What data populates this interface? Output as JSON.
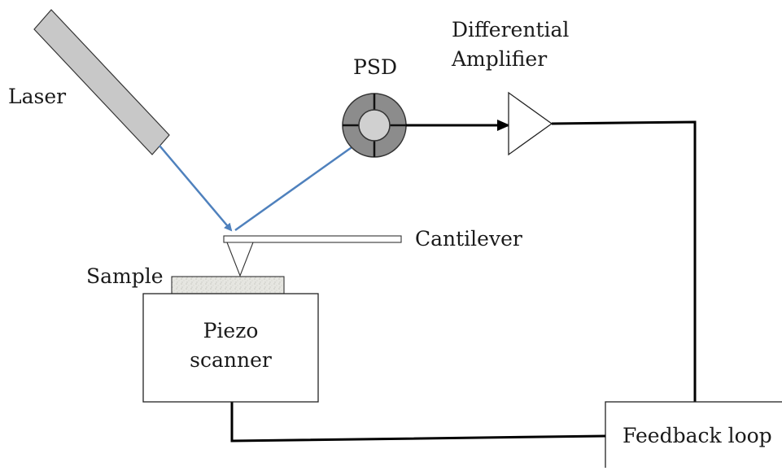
{
  "labels": {
    "laser": "Laser",
    "psd": "PSD",
    "differential_amplifier_line1": "Differential",
    "differential_amplifier_line2": "Amplifier",
    "cantilever": "Cantilever",
    "sample": "Sample",
    "piezo_line1": "Piezo",
    "piezo_line2": "scanner",
    "feedback_loop": "Feedback loop"
  },
  "colors": {
    "laser_beam": "#4f81bd",
    "laser_body": "#c8c8c8",
    "psd_ring": "#8c8c8c",
    "psd_center": "#d0d0d0",
    "line": "#000000",
    "sample_fill": "#e3e3de"
  }
}
